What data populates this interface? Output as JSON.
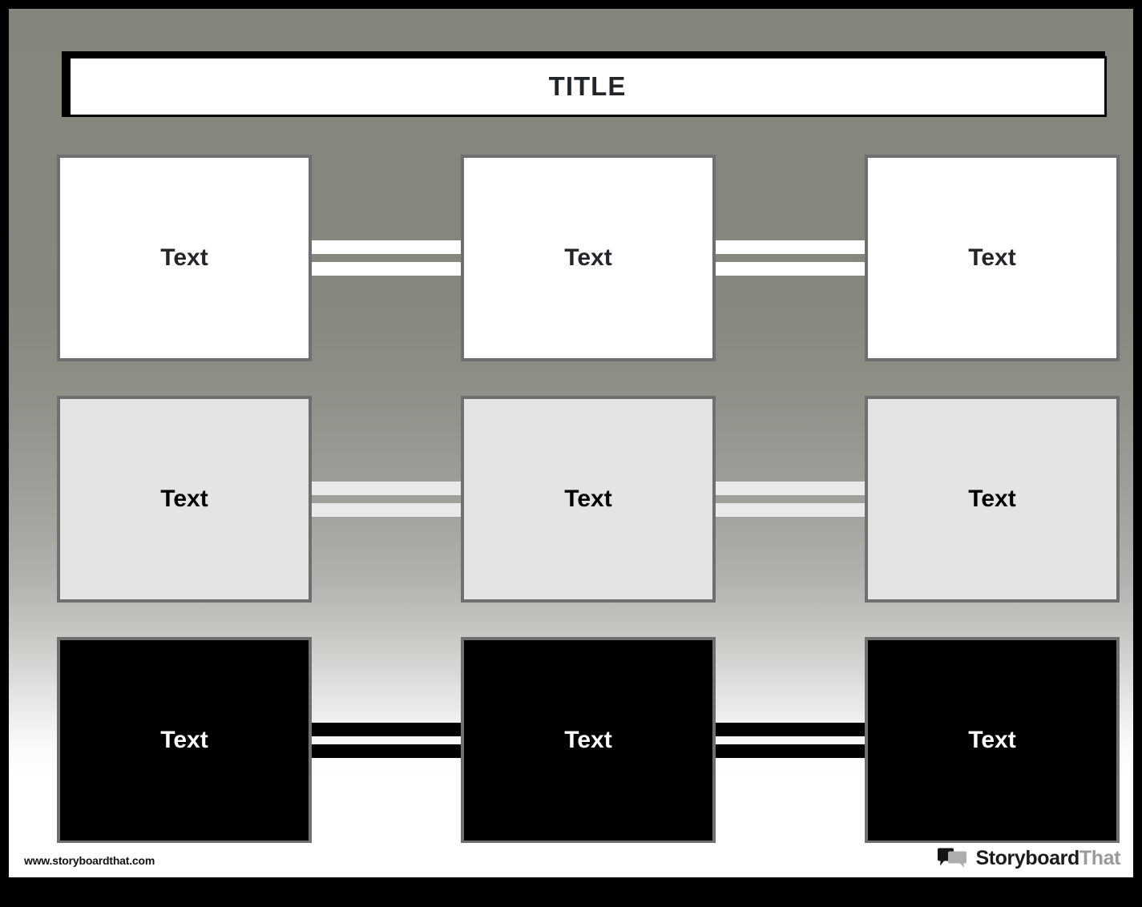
{
  "poster": {
    "title": "TITLE",
    "background_top_color": "#85857c",
    "background_bottom_color": "#ffffff",
    "frame_color": "#000000",
    "box_border_color": "#6f6f6f"
  },
  "rows": [
    {
      "name": "row-white",
      "fill": "#ffffff",
      "text_color": "#22262b",
      "cells": [
        {
          "label": "Text"
        },
        {
          "label": "Text"
        },
        {
          "label": "Text"
        }
      ],
      "connectors": [
        {
          "style": "double-line",
          "color": "#ffffff"
        },
        {
          "style": "double-line",
          "color": "#ffffff"
        }
      ]
    },
    {
      "name": "row-light-gray",
      "fill": "#e4e4e4",
      "text_color": "#000000",
      "cells": [
        {
          "label": "Text"
        },
        {
          "label": "Text"
        },
        {
          "label": "Text"
        }
      ],
      "connectors": [
        {
          "style": "double-line",
          "color": "#e9e9e9"
        },
        {
          "style": "double-line",
          "color": "#e9e9e9"
        }
      ]
    },
    {
      "name": "row-black",
      "fill": "#000000",
      "text_color": "#ffffff",
      "cells": [
        {
          "label": "Text"
        },
        {
          "label": "Text"
        },
        {
          "label": "Text"
        }
      ],
      "connectors": [
        {
          "style": "double-line",
          "color": "#000000"
        },
        {
          "style": "double-line",
          "color": "#000000"
        }
      ]
    }
  ],
  "footer": {
    "url": "www.storyboardthat.com",
    "logo": {
      "icon": "speech-bubbles-icon",
      "word_dark": "Storyboard",
      "word_light": "That",
      "dark_color": "#1b1b1b",
      "light_color": "#9a9a9a"
    }
  }
}
